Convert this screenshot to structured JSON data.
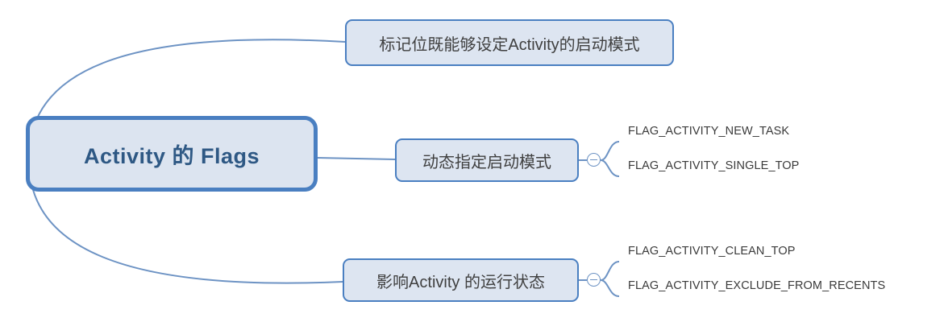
{
  "diagram": {
    "type": "mind-map",
    "title": "Activity 的 Flags",
    "root": {
      "label": "Activity 的 Flags"
    },
    "branches": [
      {
        "id": "b1",
        "label": "标记位既能够设定Activity的启动模式",
        "collapsible": false,
        "children": []
      },
      {
        "id": "b2",
        "label": "动态指定启动模式",
        "collapsible": true,
        "toggle_icon": "collapse-minus-icon",
        "children": [
          {
            "id": "l1",
            "label": "FLAG_ACTIVITY_NEW_TASK"
          },
          {
            "id": "l2",
            "label": "FLAG_ACTIVITY_SINGLE_TOP"
          }
        ]
      },
      {
        "id": "b3",
        "label": "影响Activity 的运行状态",
        "collapsible": true,
        "toggle_icon": "collapse-minus-icon",
        "children": [
          {
            "id": "l3",
            "label": "FLAG_ACTIVITY_CLEAN_TOP"
          },
          {
            "id": "l4",
            "label": "FLAG_ACTIVITY_EXCLUDE_FROM_RECENTS"
          }
        ]
      }
    ],
    "colors": {
      "node_fill": "#dde5f1",
      "node_border": "#4a7fc1",
      "root_text": "#2e5884",
      "branch_text": "#404040",
      "leaf_text": "#3a3a3a",
      "edge": "#6d93c4",
      "leaf_underline": "#5a8ecb",
      "background": "#ffffff"
    }
  }
}
